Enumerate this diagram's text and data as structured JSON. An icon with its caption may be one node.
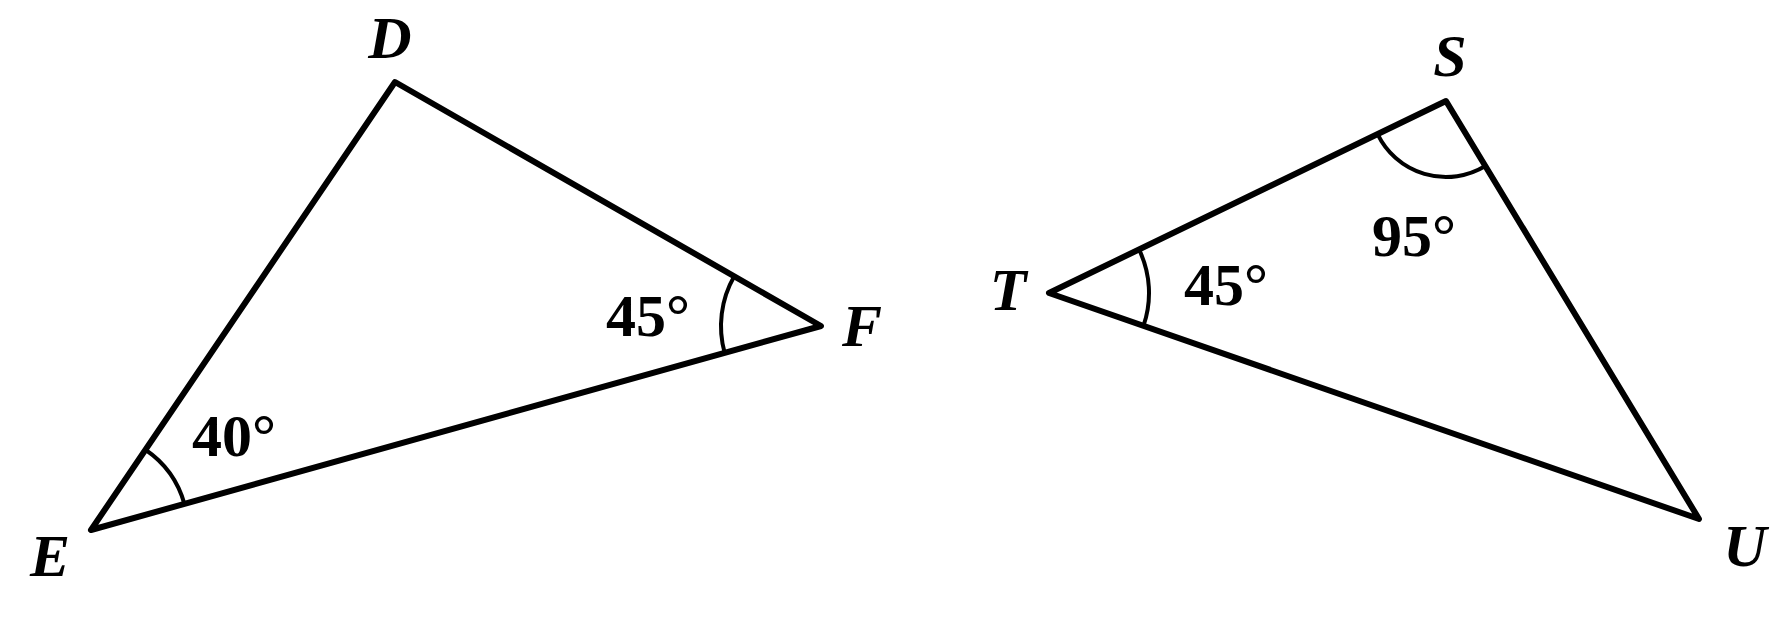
{
  "diagram": {
    "labels": [
      "D",
      "E",
      "F",
      "40°",
      "45°",
      "S",
      "T",
      "U",
      "45°",
      "95°"
    ]
  }
}
